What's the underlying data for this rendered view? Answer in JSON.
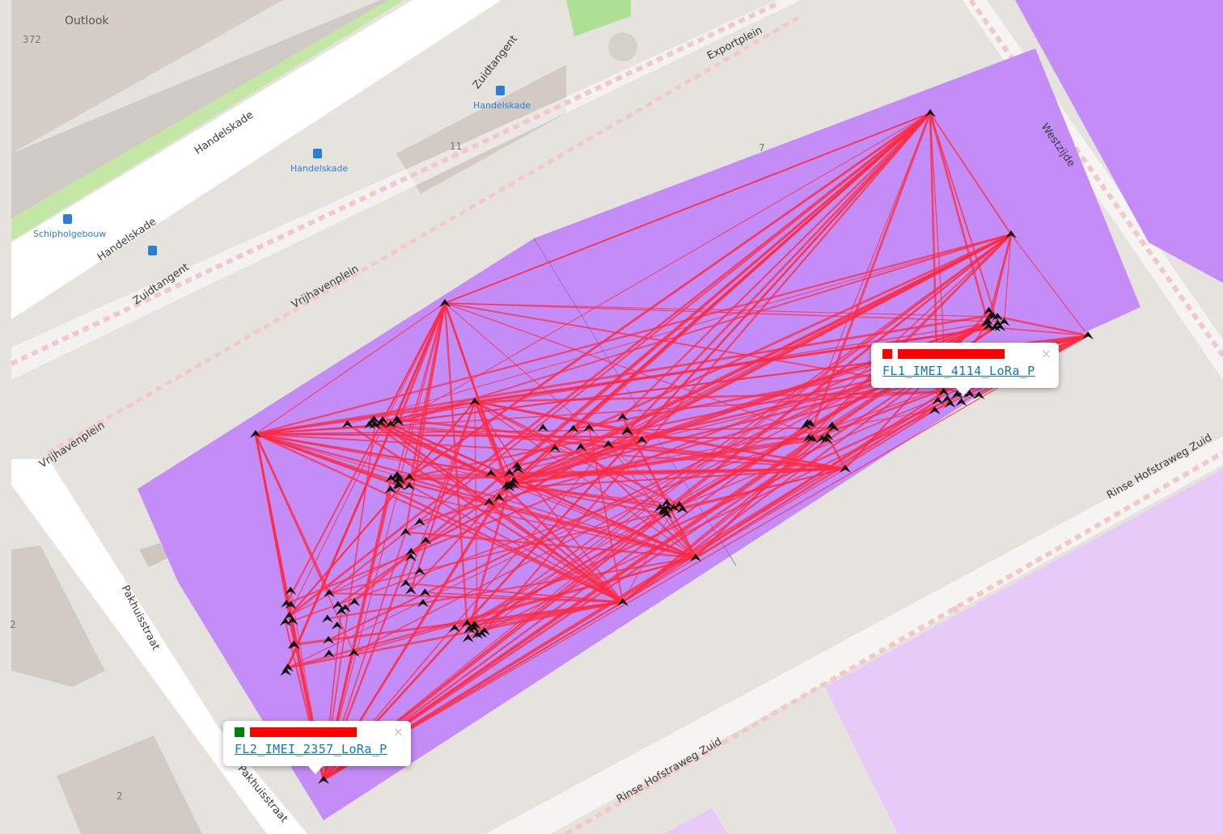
{
  "map": {
    "colors": {
      "background": "#e6e3df",
      "building": "#d3cbc3",
      "industrial": "#c38cf7",
      "industrial_light": "#e6cbf9",
      "track_line": "#ff2a40",
      "marker": "#111111",
      "rail_green": "#c5e7a6",
      "road_white": "#ffffff"
    },
    "labels": {
      "outlook": "Outlook",
      "n372": "372",
      "n11": "11",
      "n7": "7",
      "n2a": "2",
      "n2b": "2",
      "handelskade_1": "Handelskade",
      "handelskade_2": "Handelskade",
      "handelskade_stop_1": "Handelskade",
      "handelskade_stop_2": "Handelskade",
      "schipholgebouw": "Schipholgebouw",
      "zuidtangent_1": "Zuidtangent",
      "zuidtangent_2": "Zuidtangent",
      "exportplein": "Exportplein",
      "vrijhavenplein_1": "Vrijhavenplein",
      "vrijhavenplein_2": "Vrijhavenplein",
      "westzijde": "Westzijde",
      "pakhuisstraat_1": "Pakhuisstraat",
      "pakhuisstraat_2": "Pakhuisstraat",
      "rinse_1": "Rinse Hofstraweg Zuid",
      "rinse_2": "Rinse Hofstraweg Zuid"
    },
    "icons": {
      "bus_stop": "bus-stop-icon",
      "tracker": "chevron-marker-icon",
      "close": "close-icon"
    }
  },
  "popups": {
    "fl1": {
      "status_color": "#ff0000",
      "bar_color": "#ff0000",
      "link": "FL1_IMEI_4114_LoRa_P",
      "close": "×"
    },
    "fl2": {
      "status_color": "#008000",
      "bar_color": "#ff0000",
      "link": "FL2_IMEI_2357_LoRa_P",
      "close": "×"
    }
  }
}
